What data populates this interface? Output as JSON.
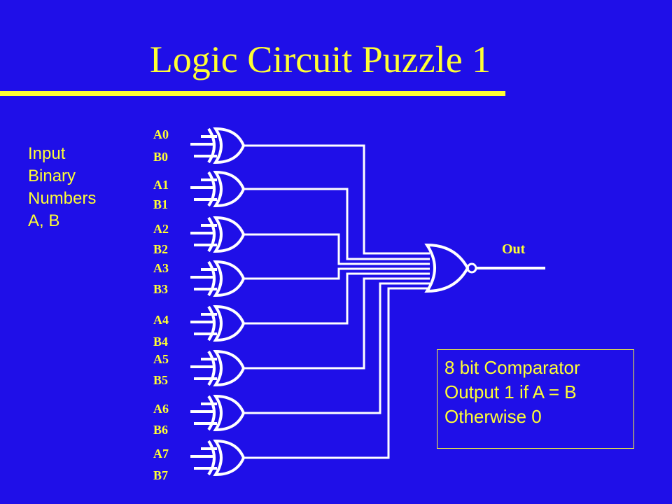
{
  "title": "Logic Circuit Puzzle 1",
  "input_note": [
    "Input",
    "Binary",
    "Numbers",
    "A, B"
  ],
  "gates": [
    {
      "a": "A0",
      "b": "B0"
    },
    {
      "a": "A1",
      "b": "B1"
    },
    {
      "a": "A2",
      "b": "B2"
    },
    {
      "a": "A3",
      "b": "B3"
    },
    {
      "a": "A4",
      "b": "B4"
    },
    {
      "a": "A5",
      "b": "B5"
    },
    {
      "a": "A6",
      "b": "B6"
    },
    {
      "a": "A7",
      "b": "B7"
    }
  ],
  "output_label": "Out",
  "info_box": [
    "8 bit Comparator",
    "Output 1 if A = B",
    "Otherwise 0"
  ],
  "colors": {
    "background": "#1f0fe8",
    "accent": "#ffff33",
    "lines": "#ffffff"
  },
  "gate_symbols": {
    "input_gates": "xor-gate",
    "output_gate": "nor-gate"
  }
}
